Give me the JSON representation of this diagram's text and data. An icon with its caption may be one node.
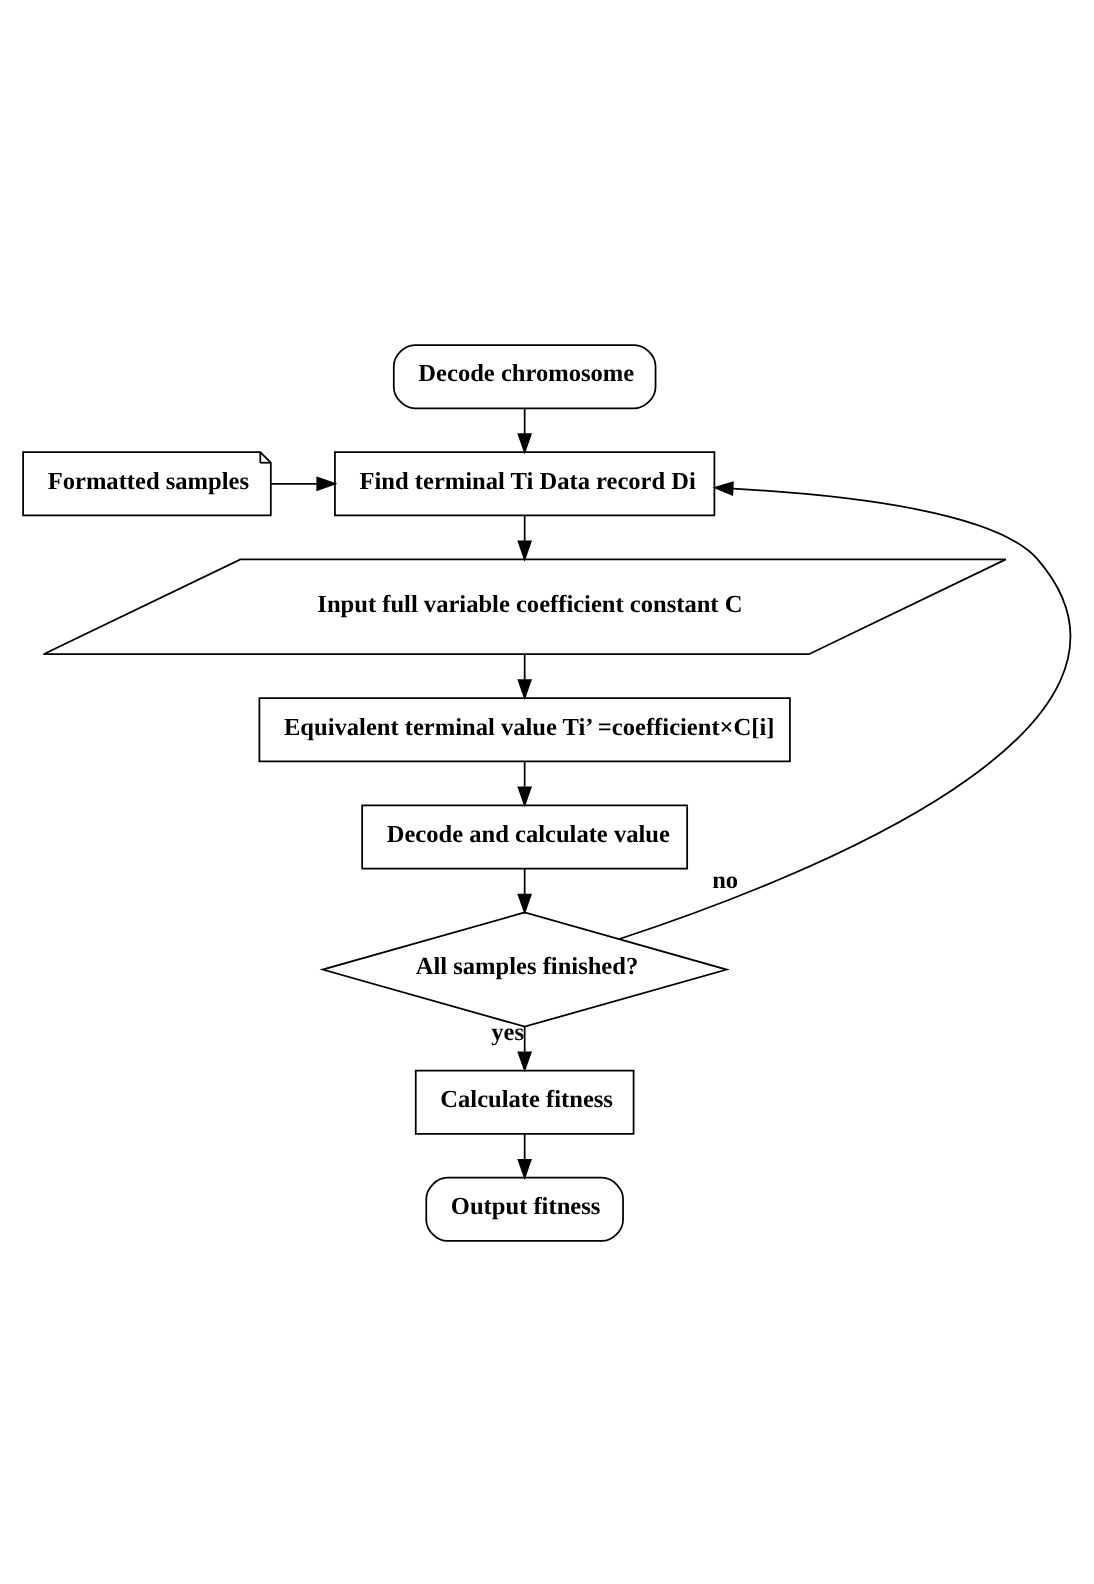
{
  "diagram": {
    "nodes": [
      {
        "text": [
          "Decode chromosome"
        ]
      },
      {
        "text": [
          "Formatted samples"
        ]
      },
      {
        "text": [
          "Find terminal Ti Data record Di"
        ]
      },
      {
        "text": [
          "Input full variable coefficient constant C"
        ]
      },
      {
        "text": [
          "Equivalent terminal value Ti’ =coefficient×C[i]"
        ]
      },
      {
        "text": [
          "Decode and calculate value"
        ]
      },
      {
        "text": [
          "All samples finished?"
        ]
      },
      {
        "text": [
          "Calculate fitness"
        ]
      },
      {
        "text": [
          "Output fitness"
        ]
      }
    ],
    "edges": [
      {
        "from": 0,
        "to": 2,
        "arrow": "to"
      },
      {
        "from": 1,
        "to": 2,
        "arrow": "to"
      },
      {
        "from": 2,
        "to": 3,
        "arrow": "to"
      },
      {
        "from": 3,
        "to": 4,
        "arrow": "to"
      },
      {
        "from": 4,
        "to": 5,
        "arrow": "to"
      },
      {
        "from": 5,
        "to": 6,
        "arrow": "to"
      },
      {
        "from": 6,
        "to": 2,
        "arrow": "to",
        "label": "no"
      },
      {
        "from": 6,
        "to": 7,
        "arrow": "to",
        "label": "yes"
      },
      {
        "from": 7,
        "to": 8,
        "arrow": "to"
      }
    ]
  }
}
